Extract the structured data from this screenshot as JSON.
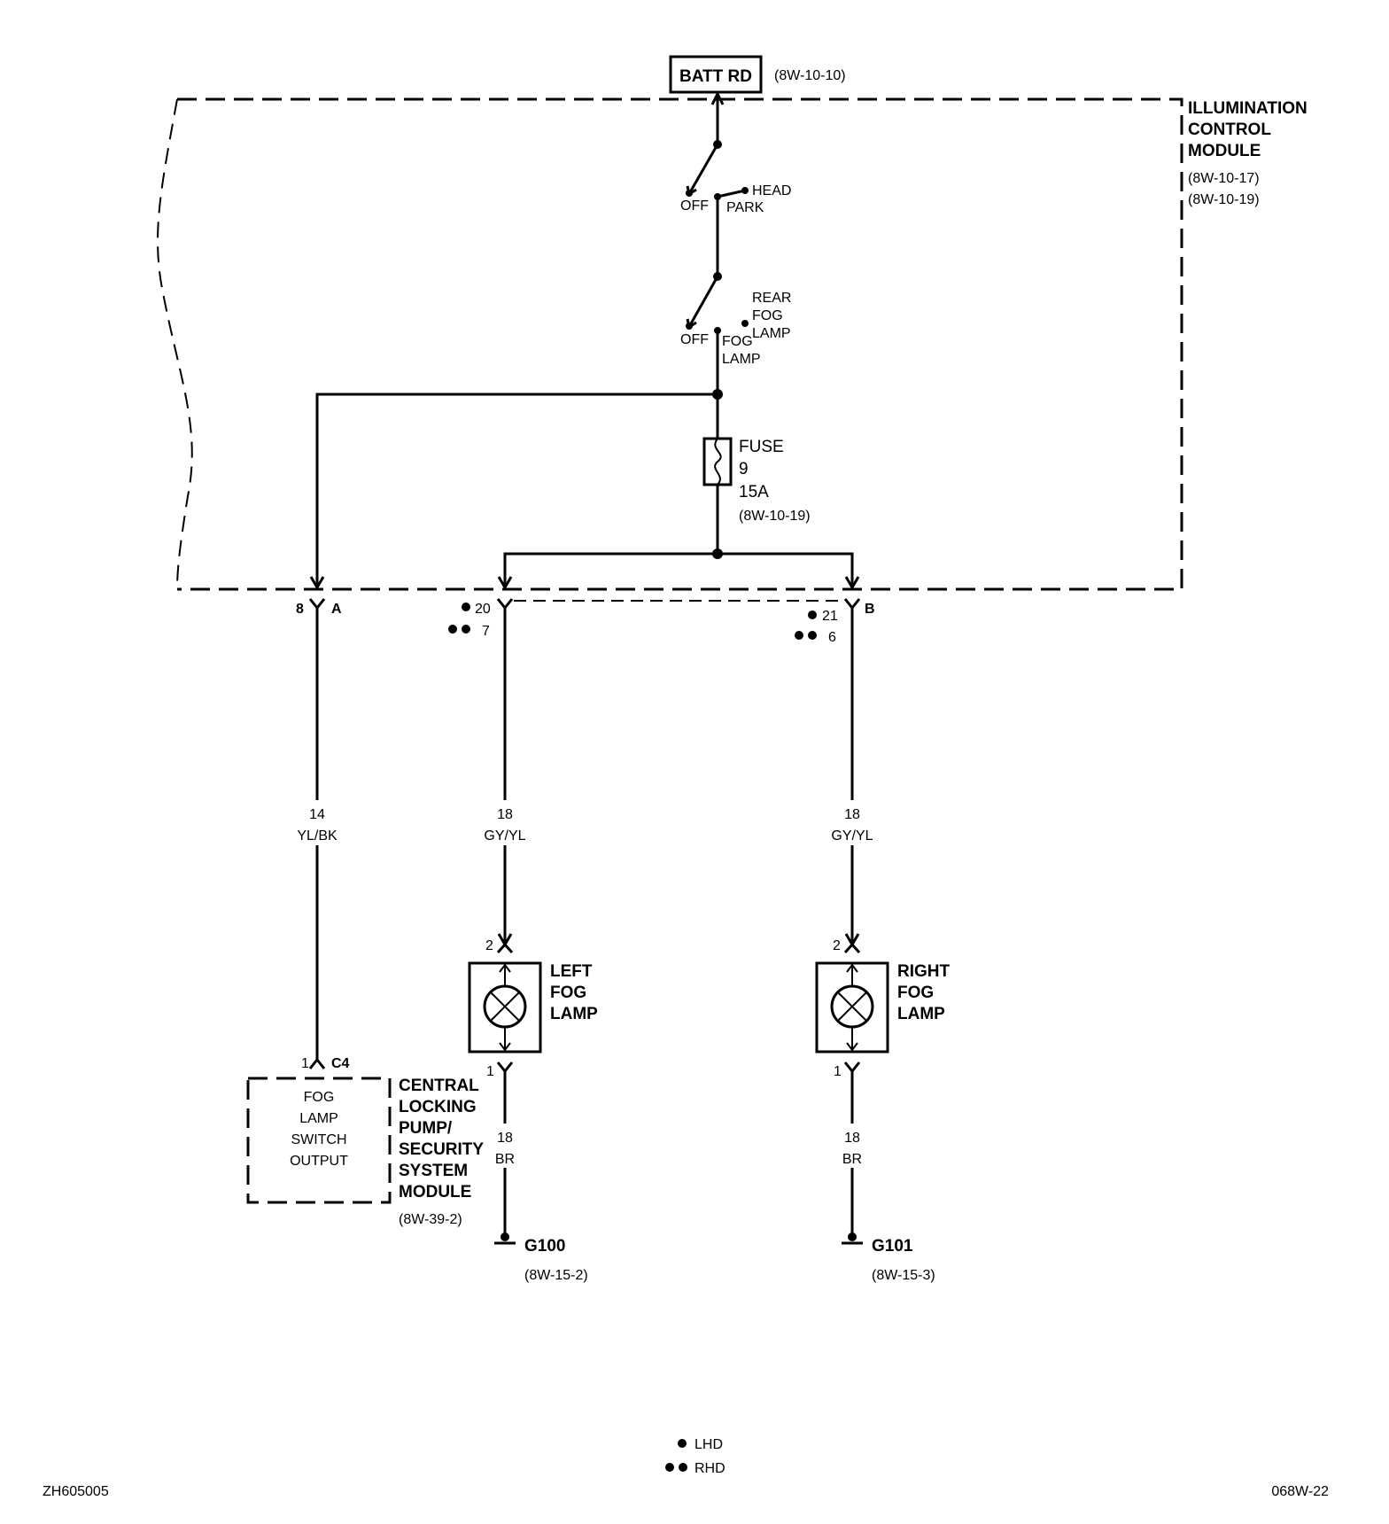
{
  "power_source": {
    "label": "BATT RD",
    "ref": "(8W-10-10)"
  },
  "module": {
    "name_lines": [
      "ILLUMINATION",
      "CONTROL",
      "MODULE"
    ],
    "ref_lines": [
      "(8W-10-17)",
      "(8W-10-19)"
    ]
  },
  "headlamp_switch": {
    "off": "OFF",
    "park": "PARK",
    "head": "HEAD"
  },
  "fog_switch": {
    "off": "OFF",
    "fog_lines": [
      "FOG",
      "LAMP"
    ],
    "rear_lines": [
      "REAR",
      "FOG",
      "LAMP"
    ]
  },
  "fuse": {
    "lines": [
      "FUSE",
      "9",
      "15A",
      "(8W-10-19)"
    ]
  },
  "connectors": {
    "a": {
      "pin": "8",
      "name": "A"
    },
    "b_left": {
      "lhd_pin": "20",
      "rhd_pin": "7"
    },
    "b_right": {
      "lhd_pin": "21",
      "rhd_pin": "6",
      "name": "B"
    }
  },
  "wires": {
    "fog_switch_out": {
      "gauge": "14",
      "color": "YL/BK"
    },
    "left_feed": {
      "gauge": "18",
      "color": "GY/YL"
    },
    "right_feed": {
      "gauge": "18",
      "color": "GY/YL"
    },
    "left_ground": {
      "gauge": "18",
      "color": "BR"
    },
    "right_ground": {
      "gauge": "18",
      "color": "BR"
    }
  },
  "left_lamp": {
    "name_lines": [
      "LEFT",
      "FOG",
      "LAMP"
    ],
    "pin_top": "2",
    "pin_bottom": "1"
  },
  "right_lamp": {
    "name_lines": [
      "RIGHT",
      "FOG",
      "LAMP"
    ],
    "pin_top": "2",
    "pin_bottom": "1"
  },
  "central_module": {
    "pin": "1",
    "connector": "C4",
    "inner_lines": [
      "FOG",
      "LAMP",
      "SWITCH",
      "OUTPUT"
    ],
    "name_lines": [
      "CENTRAL",
      "LOCKING",
      "PUMP/",
      "SECURITY",
      "SYSTEM",
      "MODULE"
    ],
    "ref": "(8W-39-2)"
  },
  "grounds": {
    "left": {
      "name": "G100",
      "ref": "(8W-15-2)"
    },
    "right": {
      "name": "G101",
      "ref": "(8W-15-3)"
    }
  },
  "legend": {
    "lhd": "LHD",
    "rhd": "RHD"
  },
  "footer": {
    "left_id": "ZH605005",
    "right_id": "068W-22"
  }
}
